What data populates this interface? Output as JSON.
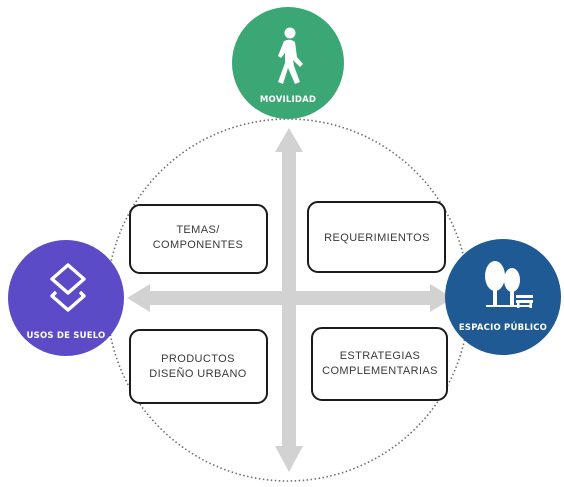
{
  "nodes": {
    "movilidad": {
      "label": "MOVILIDAD",
      "color": "#3aa775",
      "icon": "pedestrian-icon"
    },
    "usos_suelo": {
      "label": "USOS DE SUELO",
      "color": "#5b4bc6",
      "icon": "layers-icon"
    },
    "espacio_publico": {
      "label": "ESPACIO PÚBLICO",
      "color": "#1f5a94",
      "icon": "trees-bench-icon"
    }
  },
  "boxes": {
    "temas": {
      "line1": "TEMAS/",
      "line2": "COMPONENTES"
    },
    "requerimientos": {
      "line1": "REQUERIMIENTOS"
    },
    "productos": {
      "line1": "PRODUCTOS",
      "line2": "DISEÑO URBANO"
    },
    "estrategias": {
      "line1": "ESTRATEGIAS",
      "line2": "COMPLEMENTARIAS"
    }
  },
  "colors": {
    "arrow": "#d2d2d2",
    "box_border": "#1b1b1b",
    "circle_border": "#6f6f6f"
  }
}
